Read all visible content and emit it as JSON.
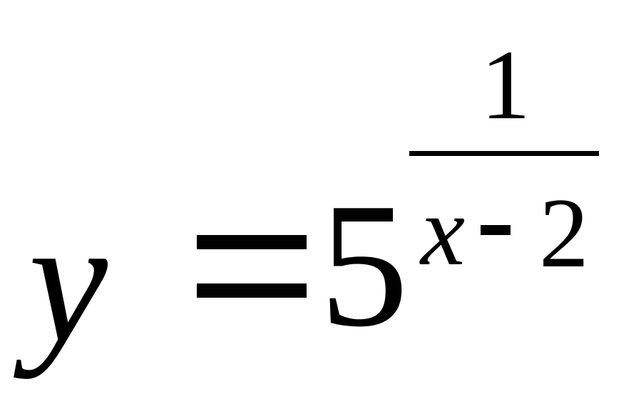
{
  "formula": {
    "lhs": "y",
    "base": "5",
    "exponent": {
      "numerator": "1",
      "denominator_var": "x",
      "denominator_const": "2"
    }
  }
}
